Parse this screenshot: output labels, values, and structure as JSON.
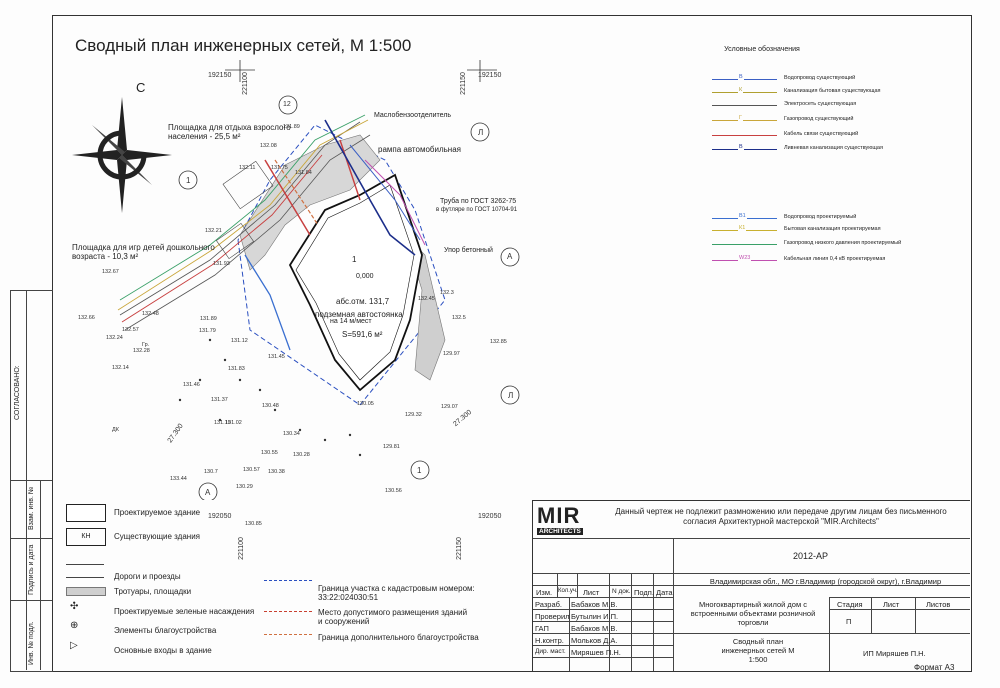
{
  "drawing": {
    "title": "Сводный план инженерных сетей, М 1:500",
    "compass_label": "С",
    "format": "Формат А3"
  },
  "coords": {
    "top_x1": "192150",
    "top_x2": "192150",
    "top_y1": "221100",
    "top_y2": "221150",
    "bot_x1": "192050",
    "bot_x2": "192050",
    "bot_y1": "221100",
    "bot_y2": "221150"
  },
  "plan": {
    "playground_adults": "Площадка для отдыха взрослого населения - 25,5 м²",
    "playground_kids": "Площадка для игр детей дошкольного возраста - 10,3 м²",
    "oil_separator": "Маслобензоотделитель",
    "car_ramp": "рампа автомобильная",
    "pipe_note_1": "Труба по ГОСТ 3262-75",
    "pipe_note_2": "в футляре по ГОСТ 10704-91",
    "stop_concrete": "Упор бетонный",
    "zero": "0,000",
    "abs_mark": "абс.отм. 131,7",
    "parking_1": "подземная автостоянка",
    "parking_2": "на 14 м/мест",
    "area": "S=591,6 м²",
    "building_no": "1",
    "gr": "Гр.",
    "dk": "ДК",
    "axis_A1": "А",
    "axis_A2": "А",
    "axis_L1": "Л",
    "axis_L2": "Л",
    "axis_1a": "1",
    "axis_1b": "1",
    "axis_12": "12",
    "axis_12b": "12",
    "dim_27300": "27.300",
    "dim_27300b": "27.300",
    "elevations": [
      "131.89",
      "132.08",
      "131.75",
      "132.11",
      "131.84",
      "132.3",
      "132.21",
      "132.45",
      "132.5",
      "132.85",
      "132.67",
      "132.48",
      "132.57",
      "132.66",
      "132.28",
      "132.24",
      "132.14",
      "131.79",
      "131.93",
      "131.89",
      "131.12",
      "131.45",
      "131.83",
      "131.46",
      "131.37",
      "131.19",
      "131.02",
      "130.48",
      "130.05",
      "129.32",
      "129.07",
      "129.81",
      "130.34",
      "130.55",
      "130.28",
      "130.57",
      "130.38",
      "130.7",
      "130.29",
      "130.85",
      "133.44",
      "130.56",
      "129.97"
    ]
  },
  "legend_right": {
    "title": "Условные обозначения",
    "items": [
      {
        "label": "Водопровод существующий",
        "color": "#3b5fc4",
        "mark": "В"
      },
      {
        "label": "Канализация бытовая существующая",
        "color": "#b0a030",
        "mark": "К"
      },
      {
        "label": "Электросеть существующая",
        "color": "#555555",
        "mark": ""
      },
      {
        "label": "Газопровод существующий",
        "color": "#c9a63a",
        "mark": "Г"
      },
      {
        "label": "Кабель связи существующий",
        "color": "#c84040",
        "mark": ""
      },
      {
        "label": "Ливневая канализация существующая",
        "color": "#1c2e8a",
        "mark": "В"
      },
      {
        "label": "Водопровод проектируемый",
        "color": "#3a6fd0",
        "mark": "В1"
      },
      {
        "label": "Бытовая канализация проектируемая",
        "color": "#c8b030",
        "mark": "К1"
      },
      {
        "label": "Газопровод низкого давления проектируемый",
        "color": "#3aa068",
        "mark": ""
      },
      {
        "label": "Кабельная линия 0,4 кВ проектируемая",
        "color": "#c050b0",
        "mark": "W23"
      }
    ]
  },
  "legend_bottom": {
    "items": [
      {
        "label": "Проектируемое здание"
      },
      {
        "label": "Существующие здания",
        "code": "КН"
      },
      {
        "label": "Дороги и проезды"
      },
      {
        "label": "Тротуары, площадки"
      },
      {
        "label": "Проектируемые зеленые насаждения"
      },
      {
        "label": "Элементы благоустройства"
      },
      {
        "label": "Основные входы в здание"
      }
    ],
    "items_right": [
      {
        "label": "Граница участка с кадастровым номером: 33:22:024030:51",
        "color": "#2a4fc0"
      },
      {
        "label": "Место допустимого размещения зданий и сооружений",
        "color": "#c84030"
      },
      {
        "label": "Граница дополнительного благоустройства",
        "color": "#d07040"
      }
    ]
  },
  "side_column": {
    "agreed": "СОГЛАСОВАНО:",
    "cells": [
      "Взам. инв. №",
      "Подпись и дата",
      "Инв. № подл."
    ]
  },
  "stamp": {
    "logo_top": "MIR",
    "logo_bottom": "ARCHITECTS",
    "notice": "Данный чертеж не подлежит размножению или передаче другим лицам без письменного согласия Архитектурной мастерской \"MIR.Architects\"",
    "code": "2012-АР",
    "address": "Владимирская обл., МО г.Владимир (городской округ), г.Владимир",
    "object": "Многоквартирный жилой дом с встроенными объектами розничной торговли",
    "sheet_title": "Сводный план инженерных сетей М 1:500",
    "company": "ИП Миряшев П.Н.",
    "head": [
      "Изм.",
      "Кол.уч.",
      "Лист",
      "N док.",
      "Подп.",
      "Дата"
    ],
    "roles": [
      {
        "role": "Разраб.",
        "name": "Бабаков М.В."
      },
      {
        "role": "Проверил",
        "name": "Бутылин И.П."
      },
      {
        "role": "ГАП",
        "name": "Бабаков М.В."
      },
      {
        "role": "Н.контр.",
        "name": "Мольков Д.А."
      },
      {
        "role": "Дир. маст.",
        "name": "Миряшев П.Н."
      }
    ],
    "stage_label": "Стадия",
    "sheet_label": "Лист",
    "sheets_label": "Листов",
    "stage_value": "П"
  }
}
